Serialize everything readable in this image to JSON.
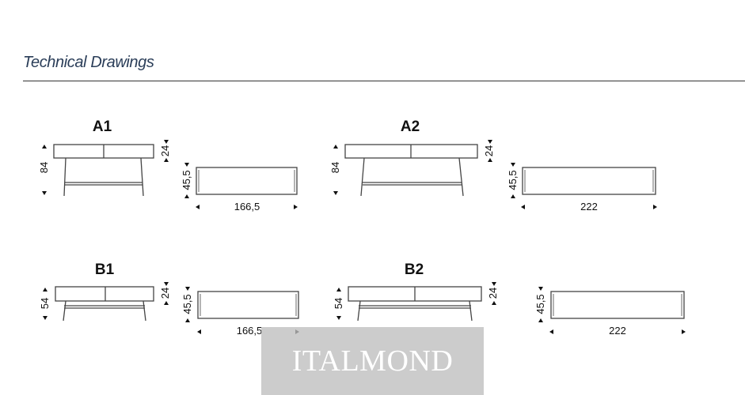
{
  "header": {
    "title": "Technical Drawings"
  },
  "drawings": [
    {
      "label": "A1",
      "height": "84",
      "top_thickness": "24",
      "depth": "45,5",
      "width": "166,5"
    },
    {
      "label": "A2",
      "height": "84",
      "top_thickness": "24",
      "depth": "45,5",
      "width": "222"
    },
    {
      "label": "B1",
      "height": "54",
      "top_thickness": "24",
      "depth": "45,5",
      "width": "166,5"
    },
    {
      "label": "B2",
      "height": "54",
      "top_thickness": "24",
      "depth": "45,5",
      "width": "222"
    }
  ],
  "watermark": {
    "text": "ITALMOND"
  }
}
